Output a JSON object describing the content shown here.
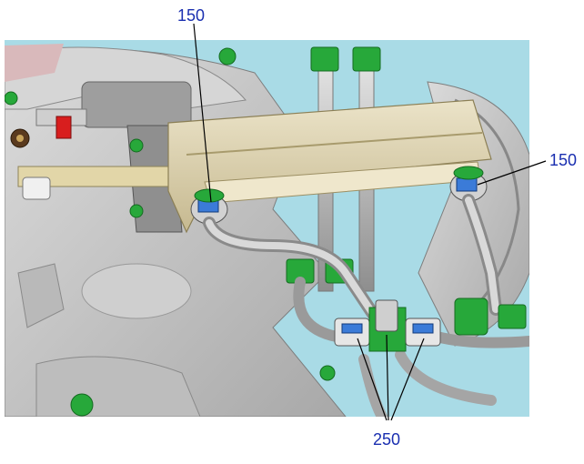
{
  "figure": {
    "colors": {
      "background": "#ffffff",
      "sky": "#a9dbe6",
      "casting": "#c9c9c9",
      "casting_dark": "#9e9e9e",
      "bracket": "#d8ceb0",
      "fitting_green": "#27a83a",
      "pipe": "#b5b5b5",
      "callout": "#1a2fb0",
      "clamp_blue": "#3b7bd8",
      "red_fitting": "#d81e1e"
    },
    "callouts": {
      "top_left": "150",
      "right": "150",
      "bottom": "250"
    }
  }
}
